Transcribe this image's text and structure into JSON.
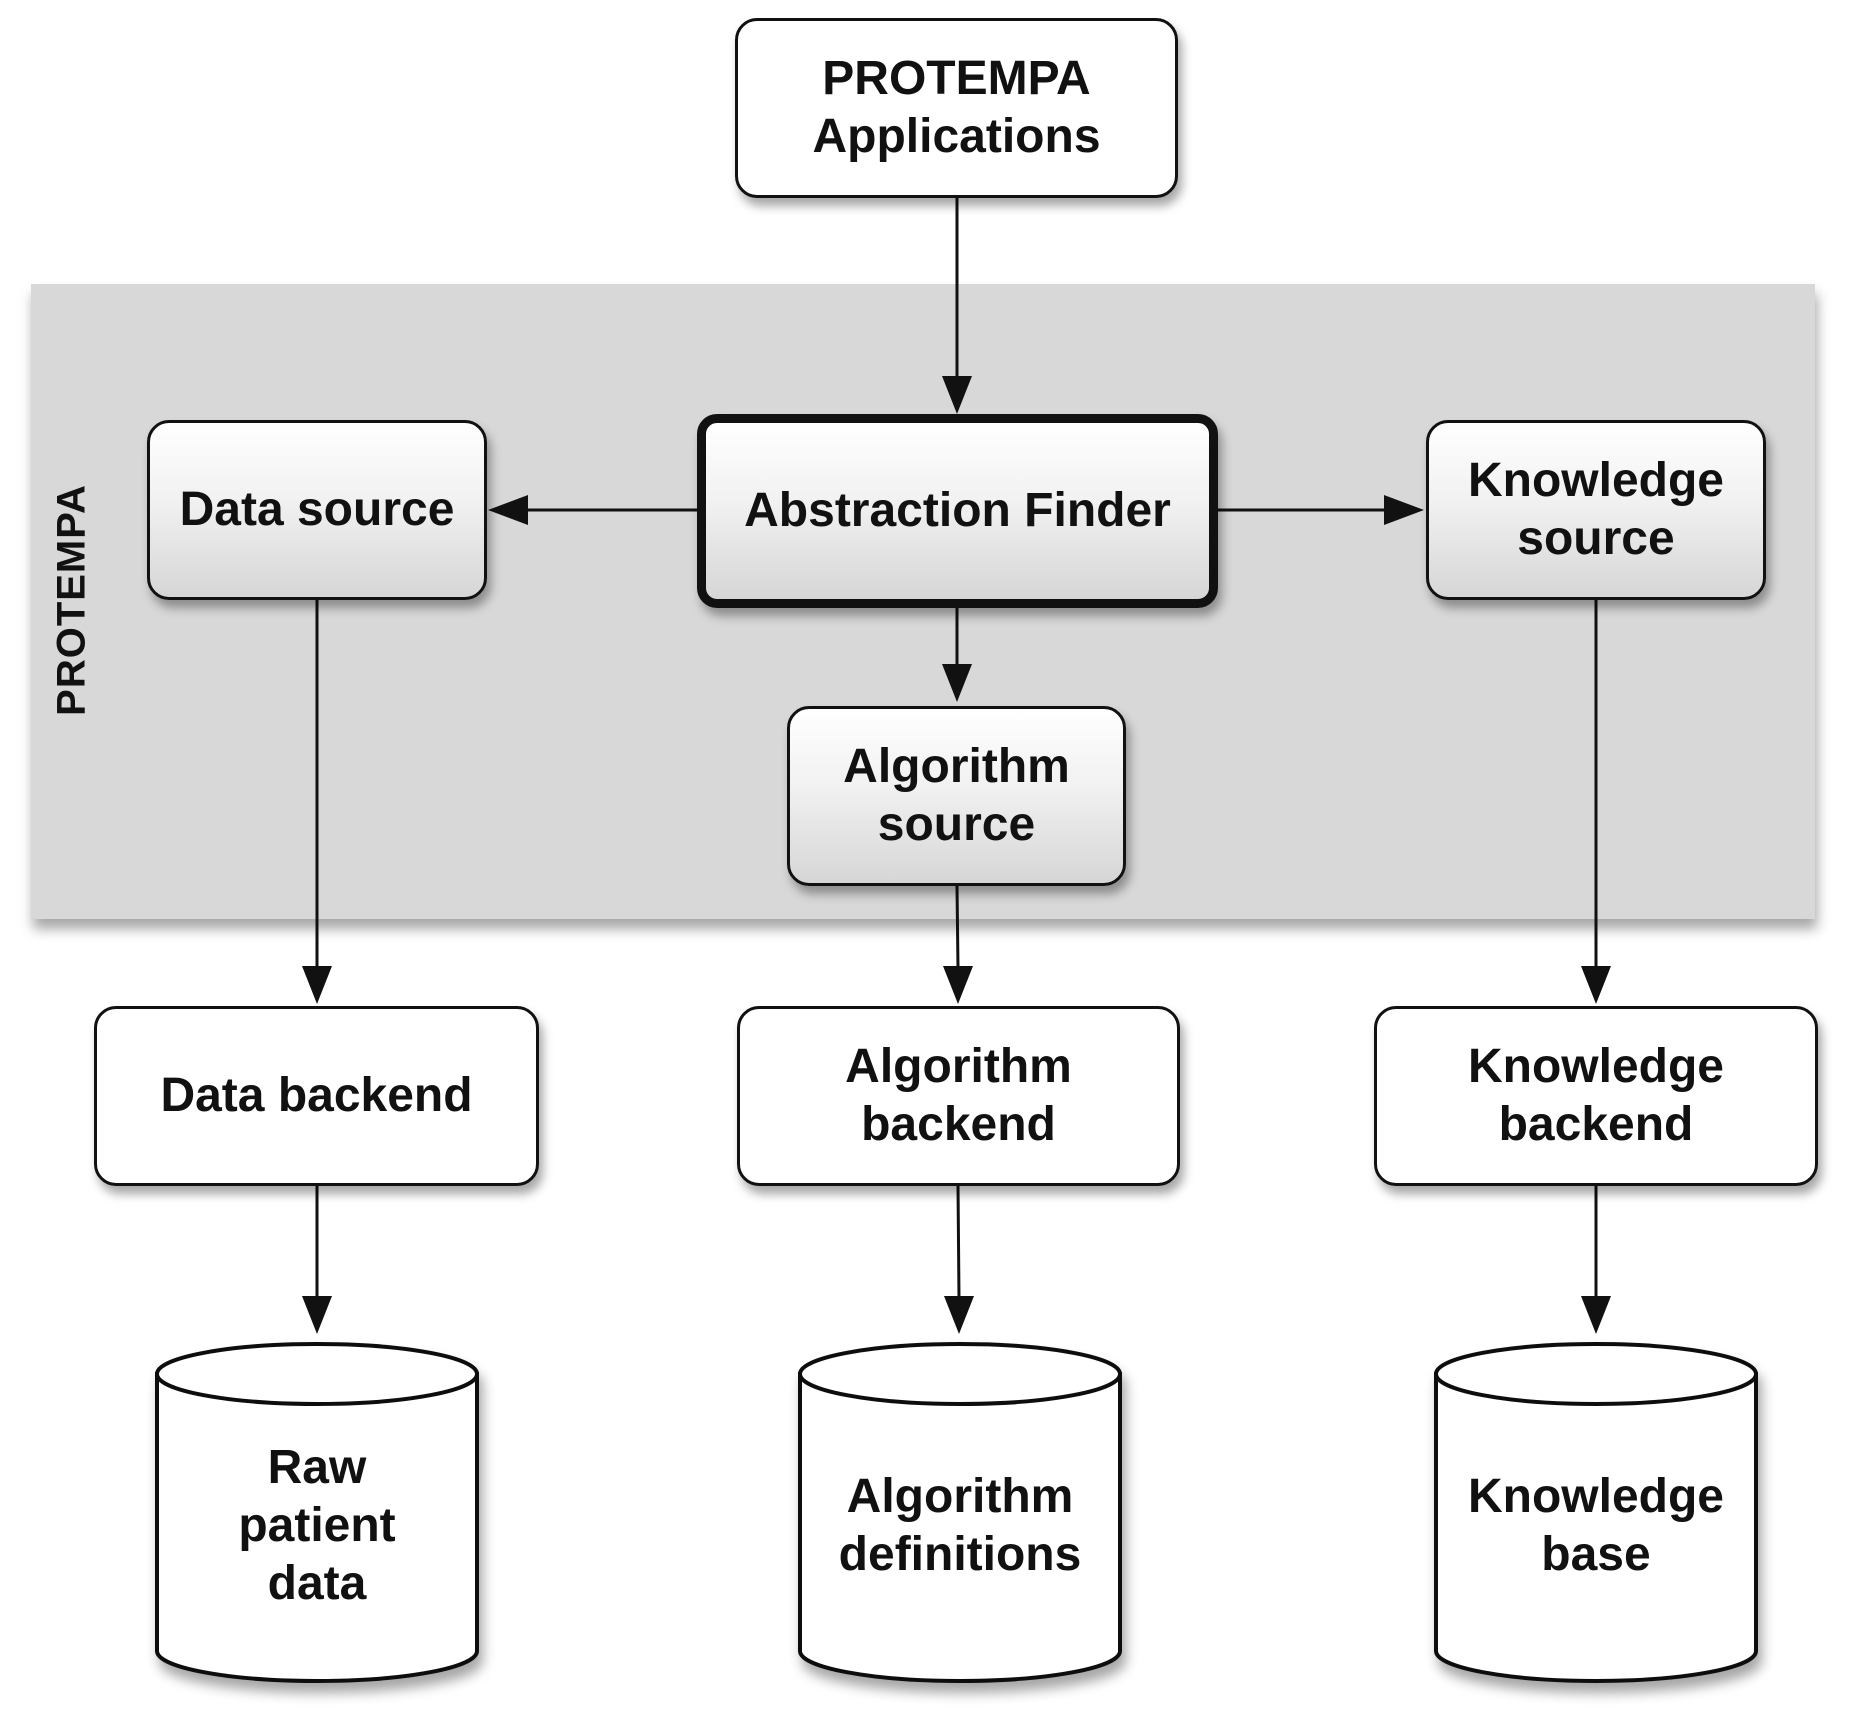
{
  "container": {
    "label": "PROTEMPA",
    "fill": "#d8d8d8"
  },
  "nodes": {
    "applications": "PROTEMPA\nApplications",
    "abstraction_finder": "Abstraction Finder",
    "data_source": "Data source",
    "knowledge_source": "Knowledge\nsource",
    "algorithm_source": "Algorithm\nsource",
    "data_backend": "Data backend",
    "algorithm_backend": "Algorithm\nbackend",
    "knowledge_backend": "Knowledge\nbackend"
  },
  "stores": {
    "raw_patient_data": "Raw\npatient\ndata",
    "algorithm_definitions": "Algorithm\ndefinitions",
    "knowledge_base": "Knowledge\nbase"
  },
  "edges": [
    {
      "from": "applications",
      "to": "abstraction_finder"
    },
    {
      "from": "abstraction_finder",
      "to": "data_source"
    },
    {
      "from": "abstraction_finder",
      "to": "knowledge_source"
    },
    {
      "from": "abstraction_finder",
      "to": "algorithm_source"
    },
    {
      "from": "data_source",
      "to": "data_backend"
    },
    {
      "from": "algorithm_source",
      "to": "algorithm_backend"
    },
    {
      "from": "knowledge_source",
      "to": "knowledge_backend"
    },
    {
      "from": "data_backend",
      "to": "raw_patient_data"
    },
    {
      "from": "algorithm_backend",
      "to": "algorithm_definitions"
    },
    {
      "from": "knowledge_backend",
      "to": "knowledge_base"
    }
  ]
}
